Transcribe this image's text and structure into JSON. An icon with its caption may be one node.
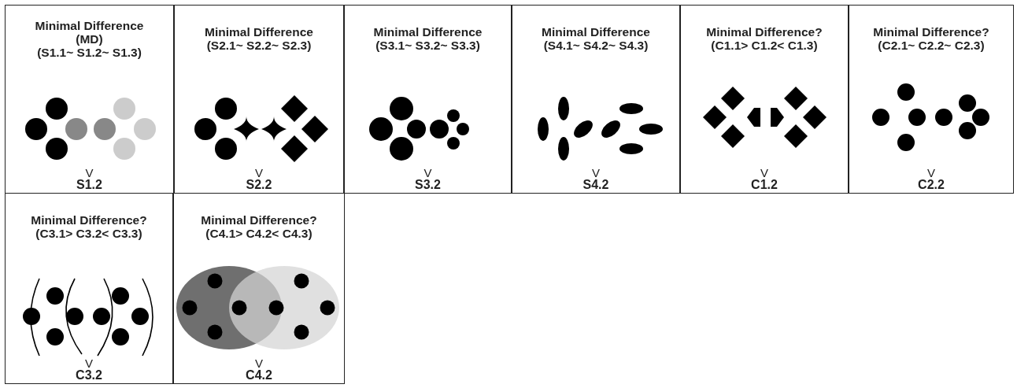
{
  "diagram": {
    "nodes": [
      {
        "text": [
          "Minimal Difference (MD)",
          "(S1.1~ S1.2~ S1.3)",
          "V",
          "S1.2"
        ]
      },
      {
        "text": [
          "Minimal Difference",
          "(S2.1~ S2.2~ S2.3)",
          "V",
          "S2.2"
        ]
      },
      {
        "text": [
          "Minimal Difference",
          "(S3.1~ S3.2~ S3.3)",
          "V",
          "S3.2"
        ]
      },
      {
        "text": [
          "Minimal Difference",
          "(S4.1~ S4.2~ S4.3)",
          "V",
          "S4.2"
        ]
      },
      {
        "text": [
          "Minimal Difference?",
          "(C1.1> C1.2< C1.3)",
          "V",
          "C1.2"
        ]
      },
      {
        "text": [
          "Minimal Difference?",
          "(C2.1~ C2.2~ C2.3)",
          "V",
          "C2.2"
        ]
      },
      {
        "text": [
          "Minimal Difference?",
          "(C3.1> C3.2< C3.3)",
          "V",
          "C3.2"
        ]
      },
      {
        "text": [
          "Minimal Difference?",
          "(C4.1> C4.2< C4.3)",
          "V",
          "C4.2"
        ]
      }
    ]
  }
}
